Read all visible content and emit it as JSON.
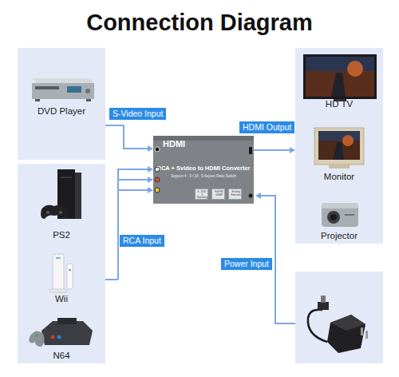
{
  "diagram": {
    "title": "Connection Diagram",
    "nodes": [
      {
        "text": [
          "DVD Player"
        ]
      },
      {
        "text": [
          "HDMI",
          "RCA + Svideo to HDMI Converter",
          "Support 4 : 3 / 16 : 9 Aspect Ratio Switch"
        ]
      },
      {
        "text": [
          "4 : 3/16 : 9 Switching"
        ],
        "in": 1
      },
      {
        "text": [
          "Full HD 1080P"
        ],
        "in": 1
      },
      {
        "text": [
          "Scaling Function"
        ],
        "in": 1
      },
      {
        "text": [
          "PS2",
          "Wii",
          "N64"
        ]
      },
      {
        "text": [
          "HD TV",
          "Monitor",
          "Projector"
        ]
      }
    ],
    "edges": [
      {
        "from": 0,
        "to": 1,
        "arrow": "to",
        "label": "S-Video Input"
      },
      {
        "from": 5,
        "to": 1,
        "arrow": "to",
        "label": "RCA Input"
      },
      {
        "from": 1,
        "to": 6,
        "arrow": "to",
        "label": "HDMI Output"
      }
    ],
    "labels": [
      "Power Input"
    ]
  }
}
